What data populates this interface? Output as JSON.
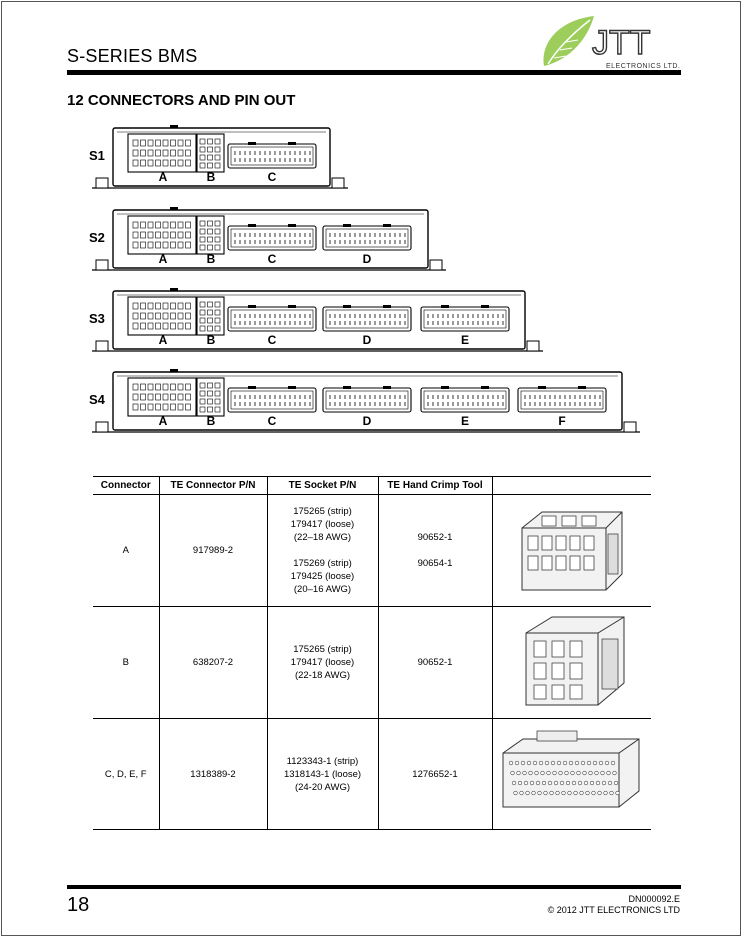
{
  "header": {
    "title": "S-SERIES BMS",
    "logo": {
      "brand": "JTT",
      "subtitle": "ELECTRONICS LTD.",
      "accent": "#8cc63f"
    }
  },
  "section": {
    "heading": "12  CONNECTORS AND PIN OUT"
  },
  "variants": [
    {
      "label": "S1",
      "connectors": [
        "A",
        "B",
        "C"
      ]
    },
    {
      "label": "S2",
      "connectors": [
        "A",
        "B",
        "C",
        "D"
      ]
    },
    {
      "label": "S3",
      "connectors": [
        "A",
        "B",
        "C",
        "D",
        "E"
      ]
    },
    {
      "label": "S4",
      "connectors": [
        "A",
        "B",
        "C",
        "D",
        "E",
        "F"
      ]
    }
  ],
  "table": {
    "headers": [
      "Connector",
      "TE Connector P/N",
      "TE Socket P/N",
      "TE Hand Crimp Tool",
      ""
    ],
    "rows": [
      {
        "connector": "A",
        "connector_pn": "917989-2",
        "socket_group1": [
          "175265 (strip)",
          "179417 (loose)",
          "(22–18 AWG)"
        ],
        "socket_group2": [
          "175269 (strip)",
          "179425 (loose)",
          "(20–16 AWG)"
        ],
        "crimp_tools": [
          "90652-1",
          "90654-1"
        ]
      },
      {
        "connector": "B",
        "connector_pn": "638207-2",
        "socket_group1": [
          "175265 (strip)",
          "179417 (loose)",
          "(22-18 AWG)"
        ],
        "crimp_tools": [
          "90652-1"
        ]
      },
      {
        "connector": "C, D, E, F",
        "connector_pn": "1318389-2",
        "socket_group1": [
          "1123343-1 (strip)",
          "1318143-1 (loose)",
          "(24-20 AWG)"
        ],
        "crimp_tools": [
          "1276652-1"
        ]
      }
    ]
  },
  "footer": {
    "page_number": "18",
    "doc_code": "DN000092.E",
    "copyright": "© 2012 JTT ELECTRONICS LTD"
  }
}
